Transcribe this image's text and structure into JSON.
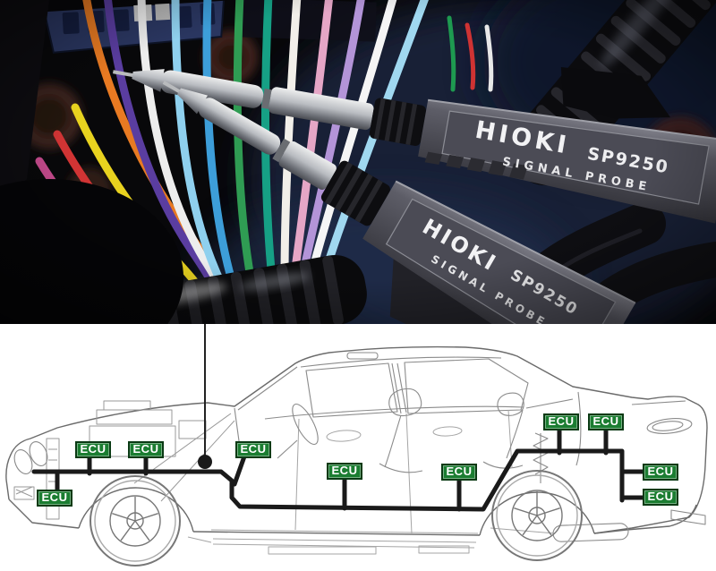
{
  "photo": {
    "alt": "Two signal probes contacting a vehicle wiring harness",
    "probes": [
      {
        "brand": "HIOKI",
        "model": "SP9250",
        "type_label": "SIGNAL PROBE"
      },
      {
        "brand": "HIOKI",
        "model": "SP9250",
        "type_label": "SIGNAL PROBE"
      }
    ],
    "wire_colors": [
      "#e87a22",
      "#5a3da0",
      "#ededed",
      "#8fd0ee",
      "#3d9ed9",
      "#2f9c53",
      "#16a085",
      "#f2efe9",
      "#e5a6c6",
      "#b394d8",
      "#e8d21f",
      "#d03434",
      "#c44a8c",
      "#2b5fae",
      "#f5f5f5",
      "#a0d8f0",
      "#1e9a50",
      "#cf3333",
      "#e8e8e8"
    ]
  },
  "diagram": {
    "ecus": [
      {
        "id": "engine-bay-left",
        "label": "ECU"
      },
      {
        "id": "engine-bay-right",
        "label": "ECU"
      },
      {
        "id": "front-lower",
        "label": "ECU"
      },
      {
        "id": "cowl",
        "label": "ECU"
      },
      {
        "id": "floor-front",
        "label": "ECU"
      },
      {
        "id": "floor-rear",
        "label": "ECU"
      },
      {
        "id": "rear-shelf-left",
        "label": "ECU"
      },
      {
        "id": "rear-shelf-right",
        "label": "ECU"
      },
      {
        "id": "rear-upper",
        "label": "ECU"
      },
      {
        "id": "rear-lower",
        "label": "ECU"
      }
    ],
    "colors": {
      "ecu_green": "#1b7d31",
      "ecu_border": "#0a3a14",
      "harness": "#1a1a1a",
      "car_outline": "#6b6b6b"
    }
  }
}
